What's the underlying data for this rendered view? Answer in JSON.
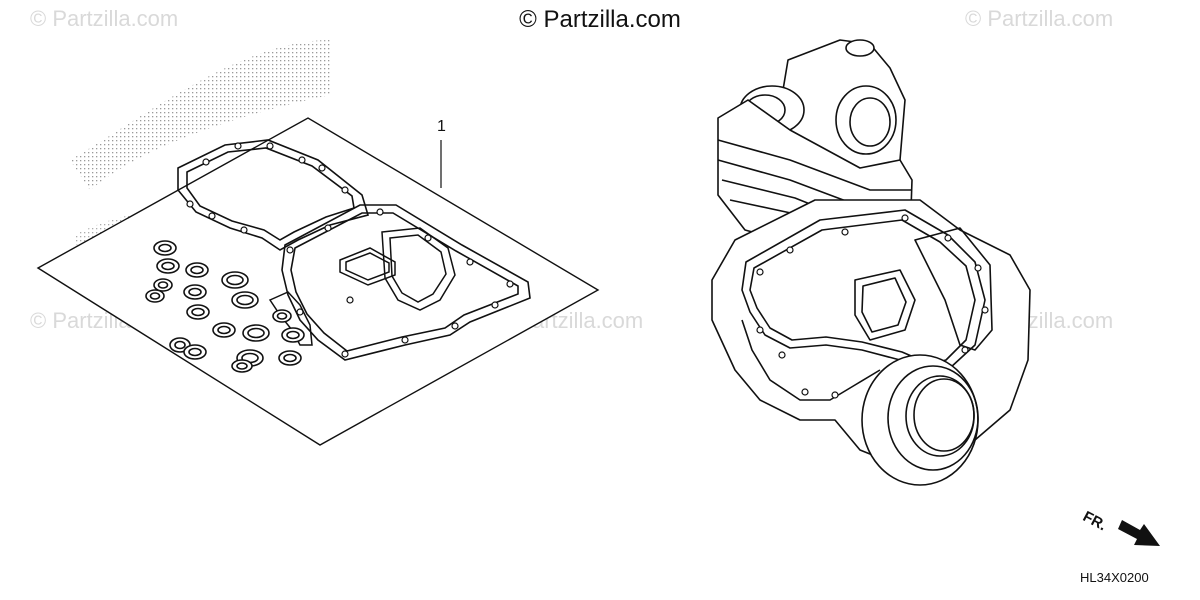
{
  "watermarks": {
    "top_center": "© Partzilla.com",
    "repeat": "© Partzilla.com"
  },
  "callouts": [
    {
      "label": "1"
    }
  ],
  "direction_indicator": {
    "label": "FR.",
    "icon": "arrow-front-icon"
  },
  "drawing_code": "HL34X0200"
}
